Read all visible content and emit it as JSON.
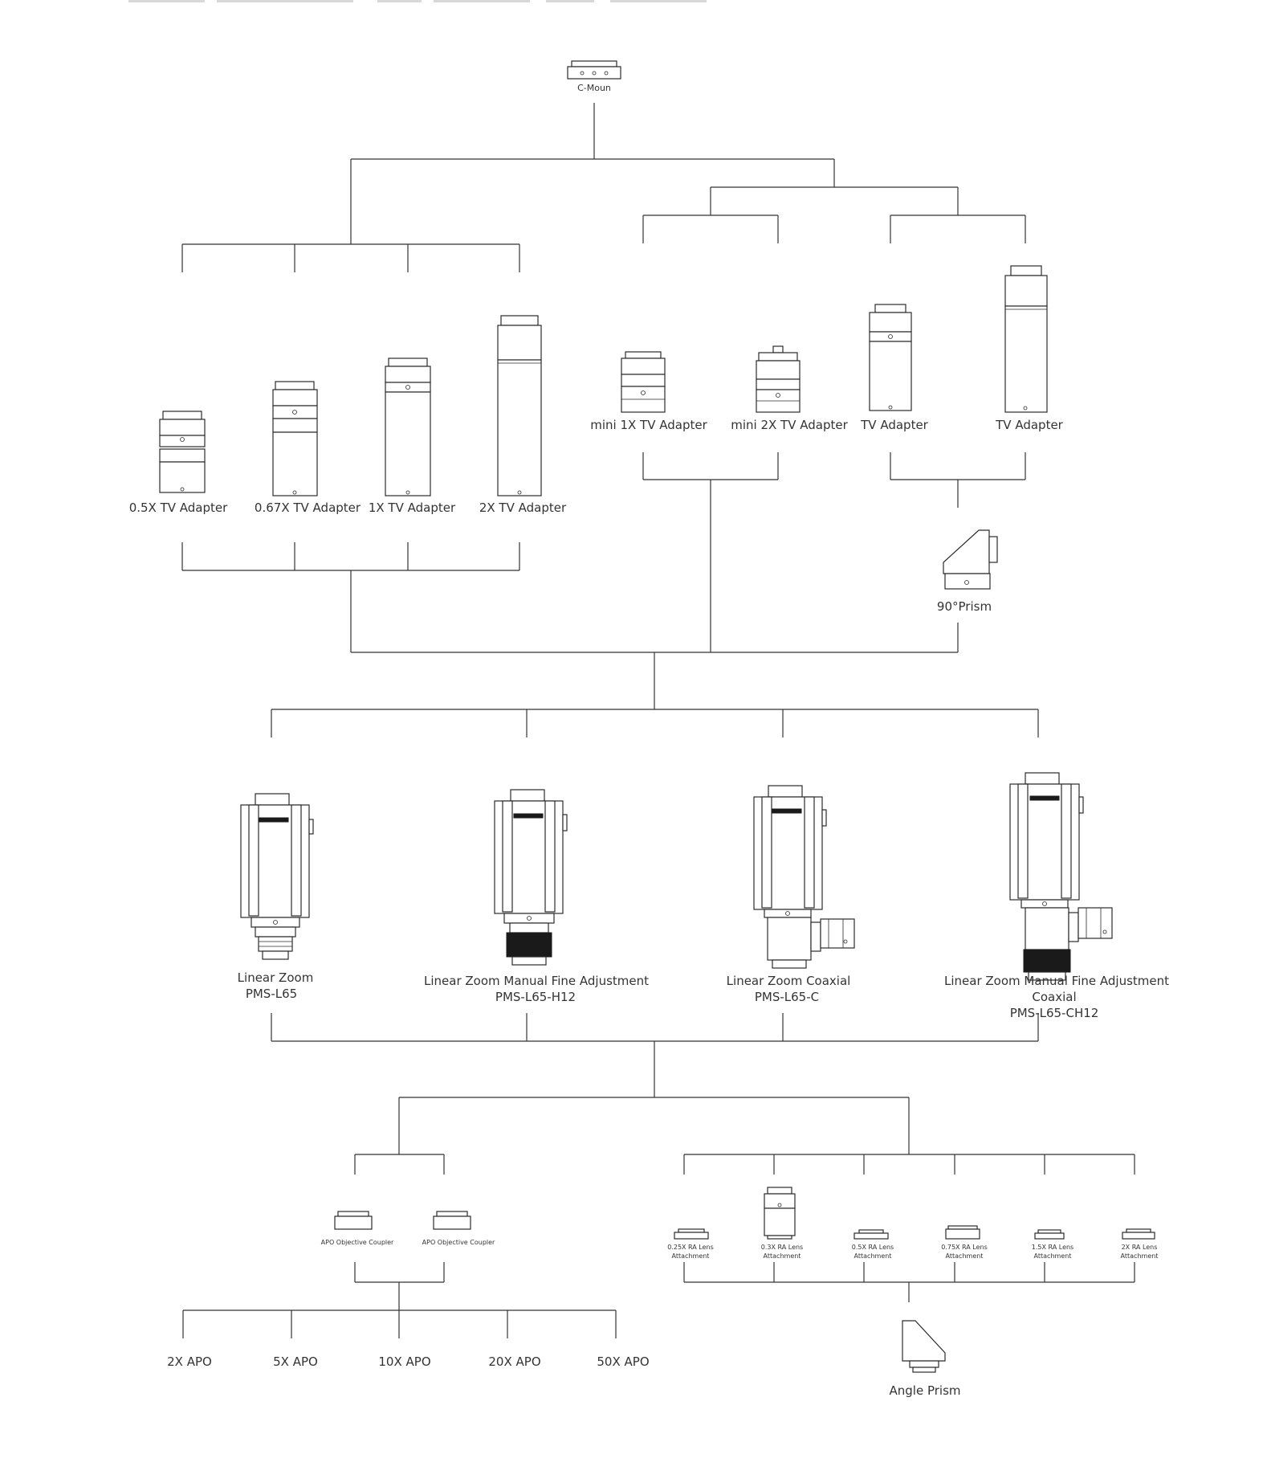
{
  "diagram": {
    "top": {
      "label": "C-Moun"
    },
    "tv_adapters": [
      {
        "id": "a05",
        "label": "0.5X TV Adapter"
      },
      {
        "id": "a067",
        "label": "0.67X TV Adapter"
      },
      {
        "id": "a1",
        "label": "1X TV Adapter"
      },
      {
        "id": "a2",
        "label": "2X TV Adapter"
      }
    ],
    "mini_adapters": [
      {
        "id": "m1",
        "label": "mini 1X TV Adapter"
      },
      {
        "id": "m2",
        "label": "mini 2X TV Adapter"
      }
    ],
    "side_adapters": [
      {
        "id": "t1",
        "label": "TV Adapter"
      },
      {
        "id": "t2",
        "label": "TV Adapter"
      }
    ],
    "prism": {
      "label": "90°Prism"
    },
    "zoom_bodies": [
      {
        "id": "z1",
        "lines": [
          "Linear Zoom",
          "PMS-L65"
        ]
      },
      {
        "id": "z2",
        "lines": [
          "Linear Zoom Manual Fine Adjustment",
          "PMS-L65-H12"
        ]
      },
      {
        "id": "z3",
        "lines": [
          "Linear Zoom Coaxial",
          "PMS-L65-C"
        ]
      },
      {
        "id": "z4",
        "lines": [
          "Linear Zoom Manual Fine Adjustment",
          "Coaxial",
          "PMS-L65-CH12"
        ]
      }
    ],
    "couplers": [
      {
        "id": "c1",
        "label": "APO Objective Coupler"
      },
      {
        "id": "c2",
        "label": "APO Objective Coupler"
      }
    ],
    "objectives": [
      "2X APO",
      "5X APO",
      "10X APO",
      "20X APO",
      "50X APO"
    ],
    "ra_lenses": [
      {
        "id": "r1",
        "lines": [
          "0.25X RA Lens",
          "Attachment"
        ]
      },
      {
        "id": "r2",
        "lines": [
          "0.3X RA Lens",
          "Attachment"
        ]
      },
      {
        "id": "r3",
        "lines": [
          "0.5X RA Lens",
          "Attachment"
        ]
      },
      {
        "id": "r4",
        "lines": [
          "0.75X RA Lens",
          "Attachment"
        ]
      },
      {
        "id": "r5",
        "lines": [
          "1.5X RA Lens",
          "Attachment"
        ]
      },
      {
        "id": "r6",
        "lines": [
          "2X RA Lens",
          "Attachment"
        ]
      }
    ],
    "angle_prism": {
      "label": "Angle Prism"
    }
  }
}
